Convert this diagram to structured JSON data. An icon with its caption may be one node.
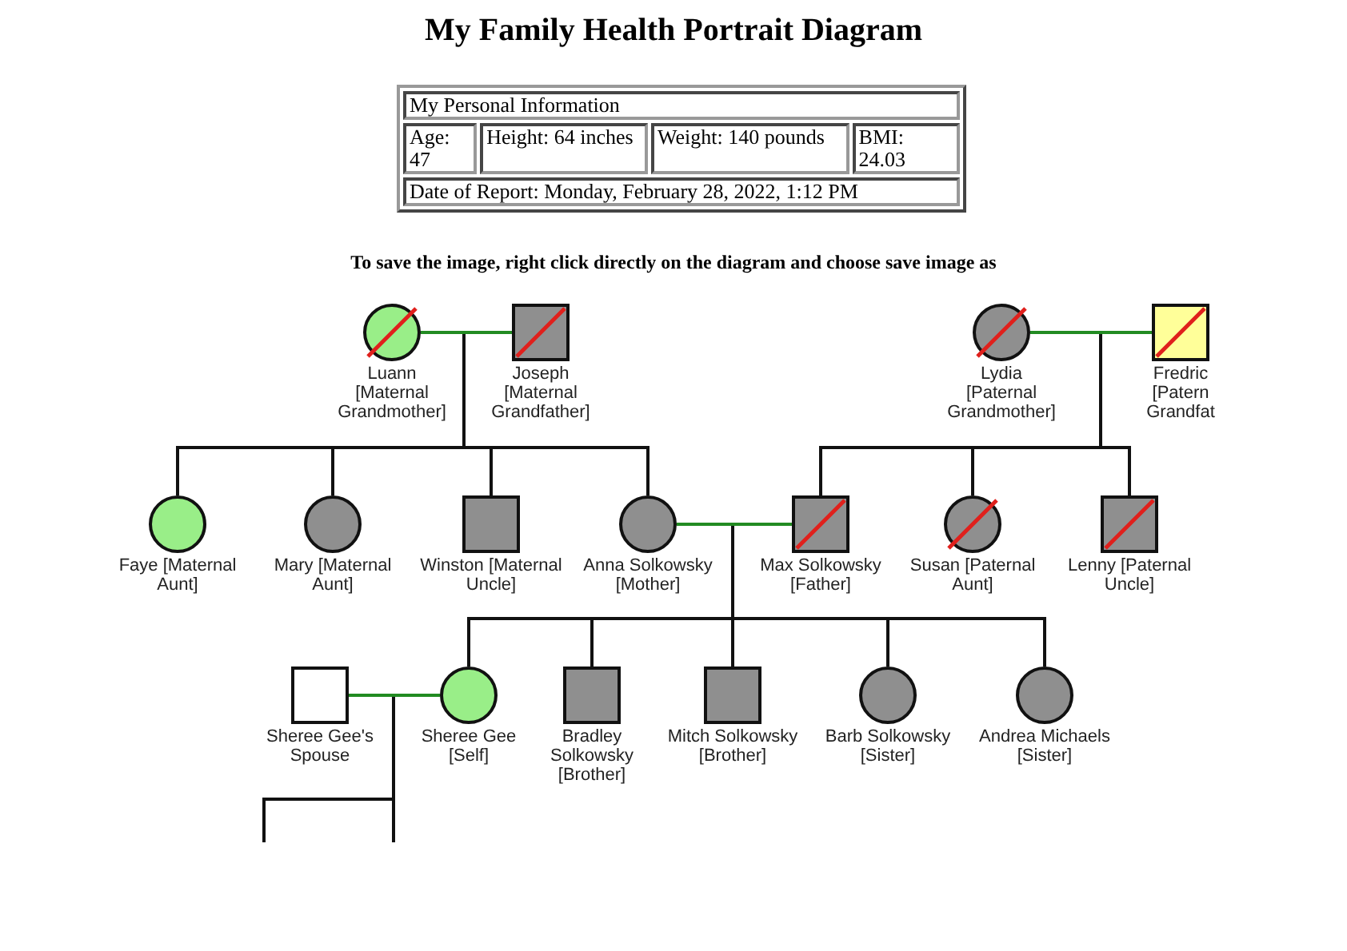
{
  "diagram": {
    "title": "My Family Health Portrait Diagram",
    "nodes": [
      {
        "text": [
          "Luann [Maternal Grandmother]"
        ]
      },
      {
        "text": [
          "Joseph [Maternal Grandfather]"
        ]
      },
      {
        "text": [
          "Lydia [Paternal Grandmother]"
        ]
      },
      {
        "text": [
          "Fredric [Patern Grandfat"
        ]
      },
      {
        "text": [
          "Faye [Maternal Aunt]"
        ]
      },
      {
        "text": [
          "Mary [Maternal Aunt]"
        ]
      },
      {
        "text": [
          "Winston [Maternal Uncle]"
        ]
      },
      {
        "text": [
          "Anna Solkowsky [Mother]"
        ]
      },
      {
        "text": [
          "Max Solkowsky [Father]"
        ]
      },
      {
        "text": [
          "Susan [Paternal Aunt]"
        ]
      },
      {
        "text": [
          "Lenny [Paternal Uncle]"
        ]
      },
      {
        "text": [
          "Sheree Gee's Spouse"
        ]
      },
      {
        "text": [
          "Sheree Gee [Self]"
        ]
      },
      {
        "text": [
          "Bradley Solkowsky [Brother]"
        ]
      },
      {
        "text": [
          "Mitch Solkowsky [Brother]"
        ]
      },
      {
        "text": [
          "Barb Solkowsky [Sister]"
        ]
      },
      {
        "text": [
          "Andrea Michaels [Sister]"
        ]
      }
    ],
    "edges": [
      {
        "from": 0,
        "to": 1,
        "arrow": "none",
        "color": "#228b22"
      },
      {
        "from": 0,
        "to": 4,
        "arrow": "none"
      },
      {
        "from": 1,
        "to": 4,
        "arrow": "none"
      },
      {
        "from": 0,
        "to": 5,
        "arrow": "none"
      },
      {
        "from": 1,
        "to": 5,
        "arrow": "none"
      },
      {
        "from": 0,
        "to": 6,
        "arrow": "none"
      },
      {
        "from": 1,
        "to": 6,
        "arrow": "none"
      },
      {
        "from": 0,
        "to": 7,
        "arrow": "none"
      },
      {
        "from": 1,
        "to": 7,
        "arrow": "none"
      },
      {
        "from": 2,
        "to": 3,
        "arrow": "none",
        "color": "#228b22"
      },
      {
        "from": 2,
        "to": 8,
        "arrow": "none"
      },
      {
        "from": 3,
        "to": 8,
        "arrow": "none"
      },
      {
        "from": 2,
        "to": 9,
        "arrow": "none"
      },
      {
        "from": 3,
        "to": 9,
        "arrow": "none"
      },
      {
        "from": 2,
        "to": 10,
        "arrow": "none"
      },
      {
        "from": 3,
        "to": 10,
        "arrow": "none"
      },
      {
        "from": 7,
        "to": 8,
        "arrow": "none",
        "color": "#228b22"
      },
      {
        "from": 7,
        "to": 12,
        "arrow": "none"
      },
      {
        "from": 8,
        "to": 12,
        "arrow": "none"
      },
      {
        "from": 7,
        "to": 13,
        "arrow": "none"
      },
      {
        "from": 8,
        "to": 13,
        "arrow": "none"
      },
      {
        "from": 7,
        "to": 14,
        "arrow": "none"
      },
      {
        "from": 8,
        "to": 14,
        "arrow": "none"
      },
      {
        "from": 7,
        "to": 15,
        "arrow": "none"
      },
      {
        "from": 8,
        "to": 15,
        "arrow": "none"
      },
      {
        "from": 7,
        "to": 16,
        "arrow": "none"
      },
      {
        "from": 8,
        "to": 16,
        "arrow": "none"
      },
      {
        "from": 11,
        "to": 12,
        "arrow": "none",
        "color": "#228b22"
      },
      {
        "from": 11,
        "to": null,
        "arrow": "none"
      },
      {
        "from": 12,
        "to": null,
        "arrow": "none"
      },
      {
        "from": 11,
        "to": null,
        "arrow": "none"
      },
      {
        "from": 12,
        "to": null,
        "arrow": "none"
      }
    ],
    "labels": [
      "My Personal Information",
      "Age: 47",
      "Height: 64 inches",
      "Weight: 140 pounds",
      "BMI: 24.03",
      "Date of Report: Monday, February 28, 2022, 1:12 PM",
      "To save the image, right click directly on the diagram and choose save image as"
    ]
  }
}
